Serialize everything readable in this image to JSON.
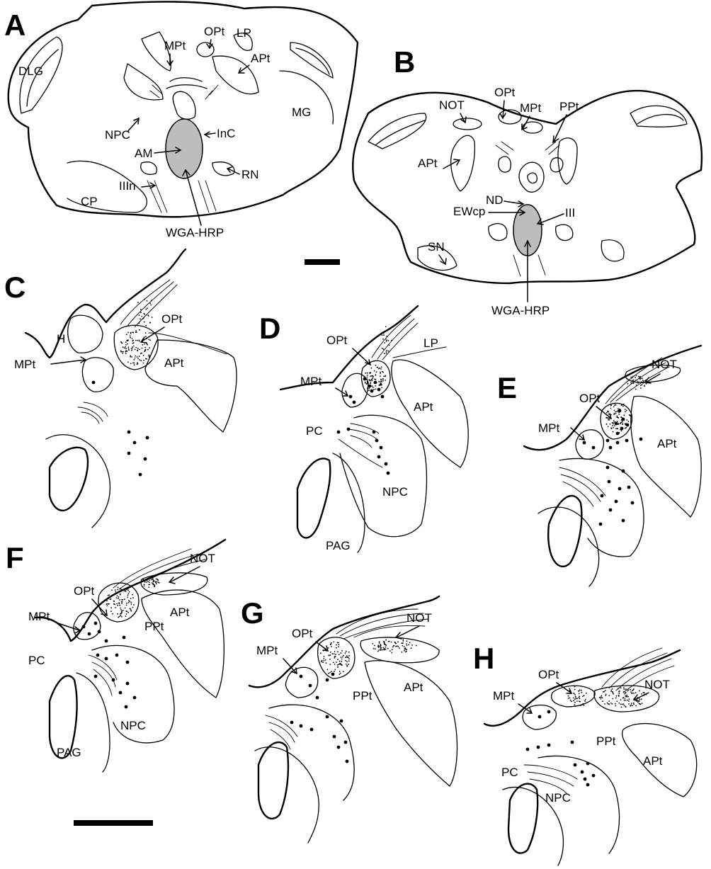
{
  "panels": [
    {
      "id": "A",
      "labels": {
        "OPt": "OPt",
        "LP": "LP",
        "MPt": "MPt",
        "APt": "APt",
        "DLG": "DLG",
        "MG": "MG",
        "NPC": "NPC",
        "InC": "InC",
        "AM": "AM",
        "RN": "RN",
        "IIIn": "IIIn",
        "CP": "CP",
        "WGA": "WGA-HRP"
      }
    },
    {
      "id": "B",
      "labels": {
        "OPt": "OPt",
        "NOT": "NOT",
        "MPt": "MPt",
        "PPt": "PPt",
        "APt": "APt",
        "ND": "ND",
        "EWcp": "EWcp",
        "III": "III",
        "SN": "SN",
        "WGA": "WGA-HRP"
      }
    },
    {
      "id": "C",
      "labels": {
        "OPt": "OPt",
        "H": "H",
        "MPt": "MPt",
        "APt": "APt"
      }
    },
    {
      "id": "D",
      "labels": {
        "OPt": "OPt",
        "LP": "LP",
        "MPt": "MPt",
        "APt": "APt",
        "PC": "PC",
        "NPC": "NPC",
        "PAG": "PAG"
      }
    },
    {
      "id": "E",
      "labels": {
        "NOT": "NOT",
        "OPt": "OPt",
        "MPt": "MPt",
        "APt": "APt"
      }
    },
    {
      "id": "F",
      "labels": {
        "NOT": "NOT",
        "OPt": "OPt",
        "MPt": "MPt",
        "PPt": "PPt",
        "APt": "APt",
        "PC": "PC",
        "NPC": "NPC",
        "PAG": "PAG"
      }
    },
    {
      "id": "G",
      "labels": {
        "OPt": "OPt",
        "NOT": "NOT",
        "MPt": "MPt",
        "PPt": "PPt",
        "APt": "APt"
      }
    },
    {
      "id": "H",
      "labels": {
        "OPt": "OPt",
        "NOT": "NOT",
        "MPt": "MPt",
        "PPt": "PPt",
        "APt": "APt",
        "PC": "PC",
        "NPC": "NPC"
      }
    }
  ]
}
